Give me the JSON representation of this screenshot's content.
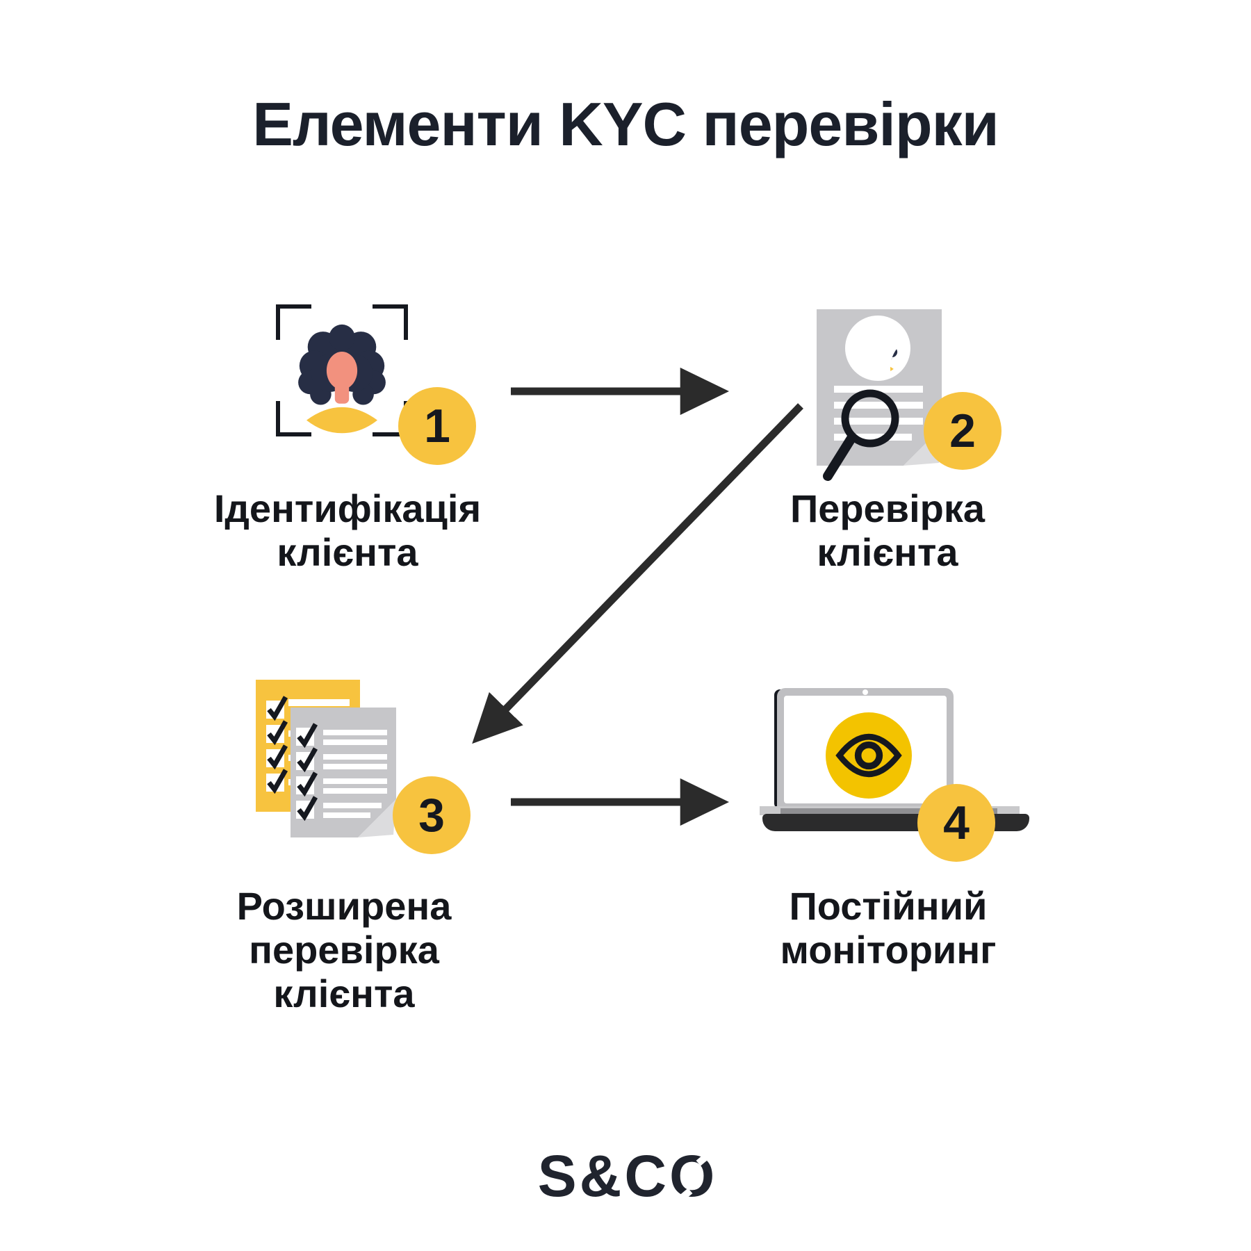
{
  "title": "Елементи KYC перевірки",
  "steps": [
    {
      "number": "1",
      "icon": "face-scan-icon",
      "label_line1": "Ідентифікація",
      "label_line2": "клієнта"
    },
    {
      "number": "2",
      "icon": "document-search-icon",
      "label_line1": "Перевірка",
      "label_line2": "клієнта"
    },
    {
      "number": "3",
      "icon": "checklist-icon",
      "label_line1": "Розширена",
      "label_line2": "перевірка клієнта"
    },
    {
      "number": "4",
      "icon": "monitoring-laptop-icon",
      "label_line1": "Постійний",
      "label_line2": "моніторинг"
    }
  ],
  "logo": {
    "text": "S&CO"
  },
  "colors": {
    "accent_yellow": "#F7C33F",
    "eye_yellow": "#F3C300",
    "hair_navy": "#272E45",
    "skin": "#F2917E",
    "document_gray": "#C7C7CA",
    "fold_gray": "#DCDCDE",
    "arrow_black": "#2B2B2B",
    "title_text": "#1B202B",
    "logo_navy": "#20242E"
  }
}
